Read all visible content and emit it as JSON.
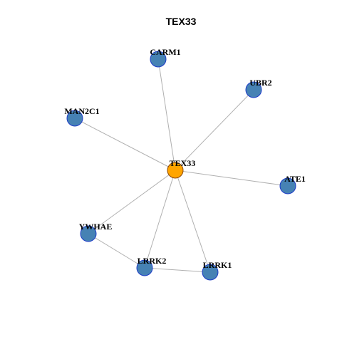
{
  "title": "TEX33",
  "colors": {
    "hub_fill": "#FFA500",
    "hub_stroke": "#8B4500",
    "node_fill": "#4682B4",
    "node_stroke": "#1E3CC8",
    "edge": "#B0B0B0"
  },
  "nodes": [
    {
      "id": "tex33",
      "label": "TEX33",
      "hub": true
    },
    {
      "id": "carm1",
      "label": "CARM1"
    },
    {
      "id": "ubr2",
      "label": "UBR2"
    },
    {
      "id": "man2c1",
      "label": "MAN2C1"
    },
    {
      "id": "ate1",
      "label": "ATE1"
    },
    {
      "id": "ywhae",
      "label": "YWHAE"
    },
    {
      "id": "lrrk2",
      "label": "LRRK2"
    },
    {
      "id": "lrrk1",
      "label": "LRRK1"
    }
  ],
  "edges": [
    [
      "tex33",
      "carm1"
    ],
    [
      "tex33",
      "ubr2"
    ],
    [
      "tex33",
      "man2c1"
    ],
    [
      "tex33",
      "ate1"
    ],
    [
      "tex33",
      "ywhae"
    ],
    [
      "tex33",
      "lrrk2"
    ],
    [
      "tex33",
      "lrrk1"
    ],
    [
      "ywhae",
      "lrrk2"
    ],
    [
      "lrrk2",
      "lrrk1"
    ]
  ]
}
